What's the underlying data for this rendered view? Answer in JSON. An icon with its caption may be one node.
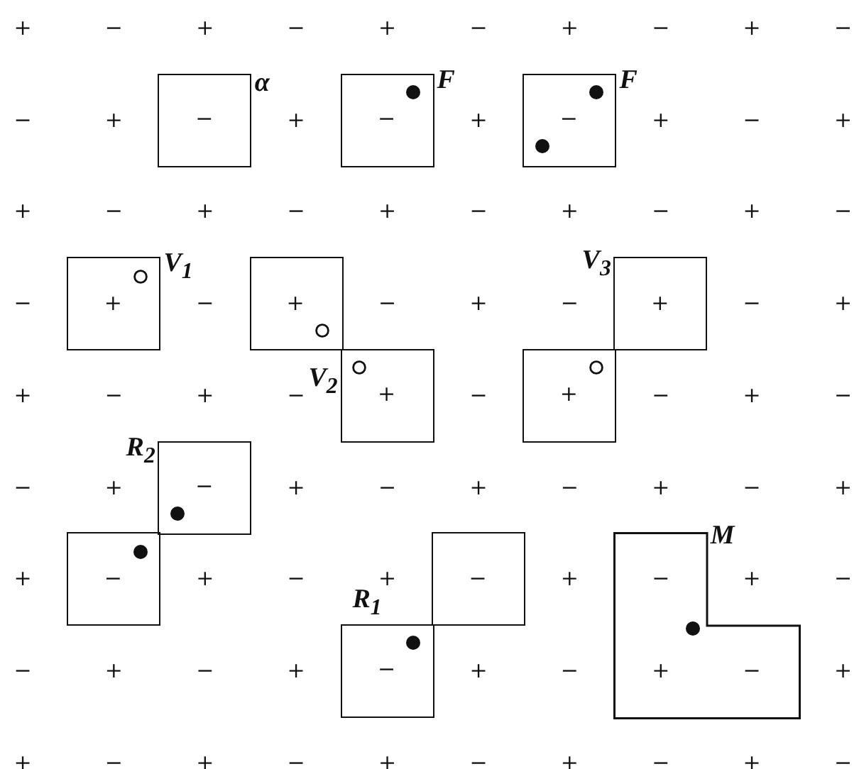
{
  "diagram": {
    "nodes": [
      {
        "text": [
          "−"
        ],
        "beside": [
          "α"
        ]
      },
      {
        "text": [
          "−"
        ],
        "beside": [
          "F"
        ]
      },
      {
        "text": [
          "−"
        ],
        "beside": [
          "F"
        ]
      },
      {
        "text": [
          "+"
        ],
        "beside": [
          "V$_{1}$"
        ]
      },
      {
        "text": [
          "+"
        ]
      },
      {
        "text": [
          "+"
        ],
        "beside": [
          "V$_{3}$"
        ]
      },
      {
        "text": [
          "+"
        ],
        "beside": [
          "V$_{2}$"
        ]
      },
      {
        "text": [
          "+"
        ]
      },
      {
        "text": [
          "−"
        ],
        "beside": [
          "R$_{2}$"
        ]
      },
      {
        "text": [
          "−"
        ]
      },
      {
        "text": [
          "−"
        ]
      },
      {
        "text": [
          "−",
          "+",
          "−"
        ],
        "beside": [
          "M"
        ]
      },
      {
        "text": [
          "−"
        ],
        "beside": [
          "R$_{1}$"
        ]
      }
    ],
    "labels": [
      "+",
      "−",
      "+",
      "−",
      "+",
      "−",
      "+",
      "−",
      "+",
      "−",
      "−",
      "+",
      "+",
      "+",
      "+",
      "−",
      "+",
      "+",
      "−",
      "+",
      "−",
      "+",
      "−",
      "+",
      "−",
      "+",
      "−",
      "−",
      "−",
      "−",
      "+",
      "−",
      "−",
      "+",
      "+",
      "−",
      "+",
      "−",
      "−",
      "−",
      "+",
      "−",
      "−",
      "+",
      "+",
      "−",
      "+",
      "−",
      "+",
      "−",
      "+",
      "+",
      "+",
      "−",
      "+",
      "+",
      "+",
      "−",
      "−",
      "+",
      "−",
      "+",
      "+",
      "−",
      "+",
      "+",
      "−",
      "+",
      "−",
      "+",
      "−",
      "+",
      "−",
      "+",
      "−"
    ]
  }
}
